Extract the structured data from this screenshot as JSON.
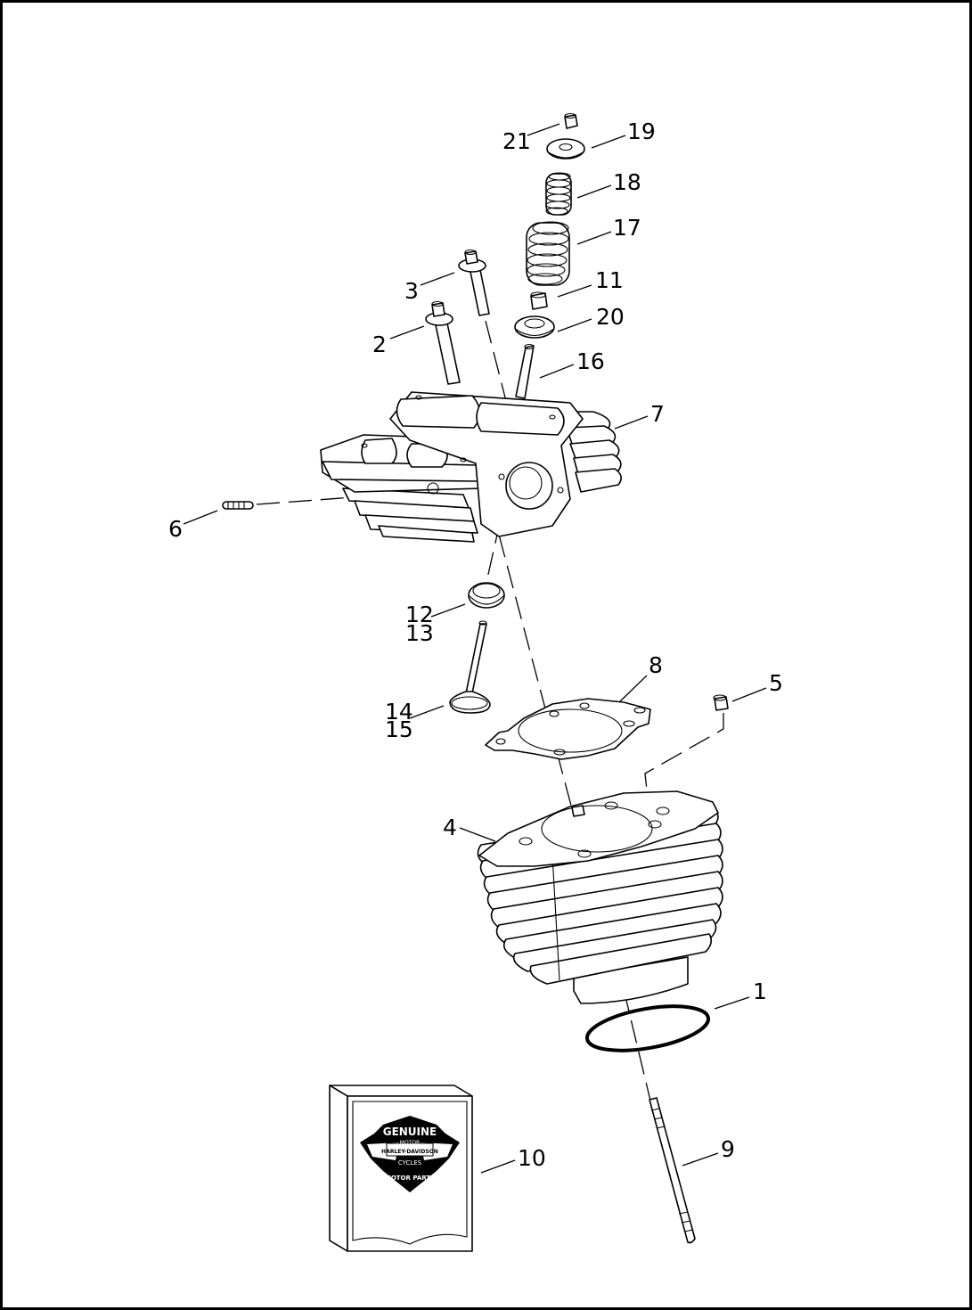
{
  "callouts": {
    "p1": "1",
    "p2": "2",
    "p3": "3",
    "p4": "4",
    "p5": "5",
    "p6": "6",
    "p7": "7",
    "p8": "8",
    "p9": "9",
    "p10": "10",
    "p11": "11",
    "p12": "12",
    "p13": "13",
    "p14": "14",
    "p15": "15",
    "p16": "16",
    "p17": "17",
    "p18": "18",
    "p19": "19",
    "p20": "20",
    "p21": "21"
  },
  "logo": {
    "top": "GENUINE",
    "motor": "MOTOR",
    "brand": "HARLEY-DAVIDSON",
    "cycles": "CYCLES",
    "bottom": "MOTOR PARTS"
  }
}
